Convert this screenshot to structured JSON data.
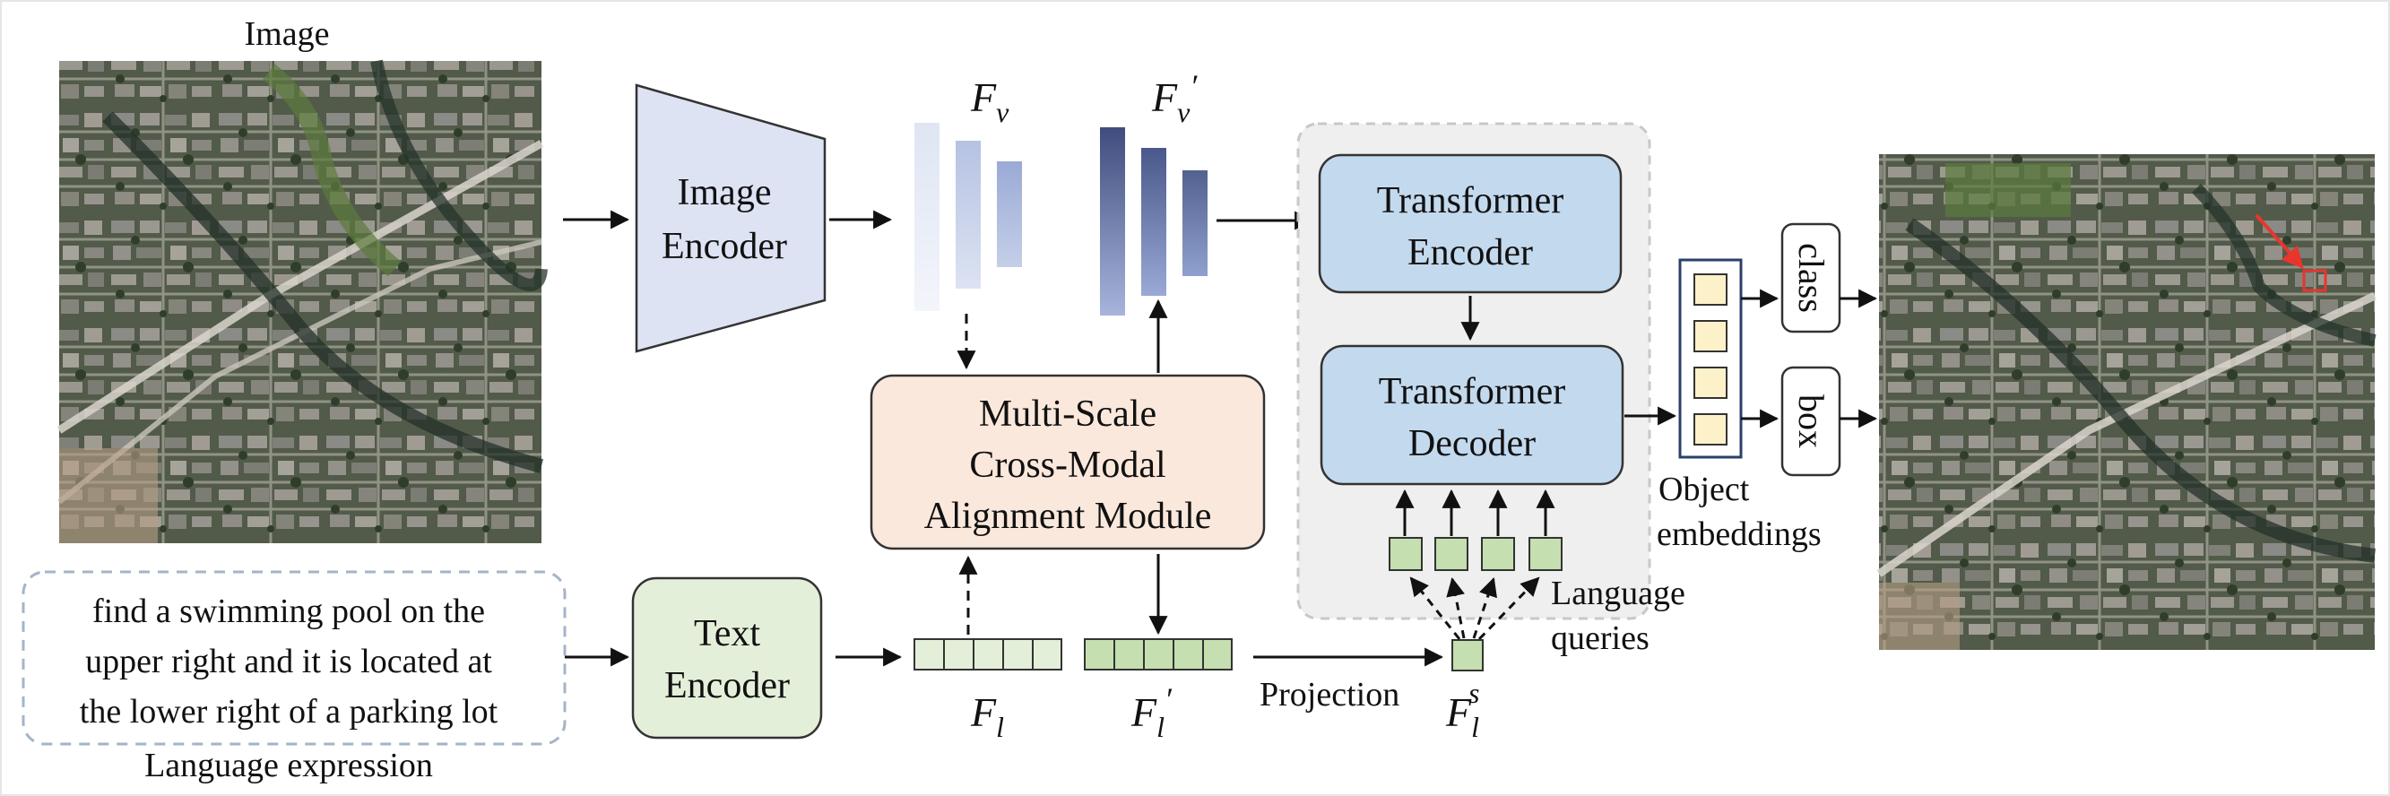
{
  "labels": {
    "image_title": "Image",
    "image_encoder_line1": "Image",
    "image_encoder_line2": "Encoder",
    "fv": "F",
    "fv_sub": "v",
    "fv_prime": "F",
    "fv_prime_sub": "v",
    "fv_prime_mark": "′",
    "mscam_line1": "Multi-Scale",
    "mscam_line2": "Cross-Modal",
    "mscam_line3": "Alignment Module",
    "transformer_encoder_line1": "Transformer",
    "transformer_encoder_line2": "Encoder",
    "transformer_decoder_line1": "Transformer",
    "transformer_decoder_line2": "Decoder",
    "class": "class",
    "box": "box",
    "object_embeddings_line1": "Object",
    "object_embeddings_line2": "embeddings",
    "language_queries_line1": "Language",
    "language_queries_line2": "queries",
    "expression_line1": "find a swimming pool on the",
    "expression_line2": "upper right and it is located at",
    "expression_line3": "the lower right of a parking lot",
    "language_expression": "Language expression",
    "text_encoder_line1": "Text",
    "text_encoder_line2": "Encoder",
    "fl": "F",
    "fl_sub": "l",
    "fl_prime": "F",
    "fl_prime_sub": "l",
    "fl_prime_mark": "′",
    "projection": "Projection",
    "fls": "F",
    "fls_sub": "l",
    "fls_sup": "s"
  },
  "colors": {
    "image_encoder_fill": "#dde3f3",
    "mscam_fill": "#fbe8dc",
    "transformer_fill": "#c3d9ee",
    "transformer_group_fill": "#efefef",
    "text_encoder_fill": "#e4efd9",
    "token_fill": "#c5dfb0",
    "embedding_fill": "#fdf1c9",
    "feature_light": "#c4cfe8",
    "feature_dark": "#4f5d8e",
    "prediction_arrow": "#e8362c"
  },
  "icons": {
    "input_image": "aerial-image",
    "output_image": "aerial-image-with-prediction"
  }
}
